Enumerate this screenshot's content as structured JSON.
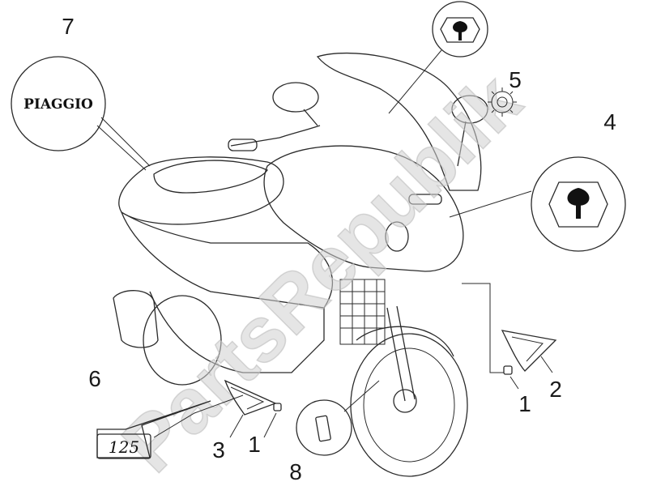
{
  "watermark": {
    "text": "PartsRepublik"
  },
  "logo_text": "PIAGGIO",
  "decal_125": "125",
  "callouts": [
    {
      "id": "c1a",
      "label": "1"
    },
    {
      "id": "c1b",
      "label": "1"
    },
    {
      "id": "c2",
      "label": "2"
    },
    {
      "id": "c3",
      "label": "3"
    },
    {
      "id": "c4",
      "label": "4"
    },
    {
      "id": "c5",
      "label": "5"
    },
    {
      "id": "c6",
      "label": "6"
    },
    {
      "id": "c7",
      "label": "7"
    },
    {
      "id": "c8",
      "label": "8"
    }
  ],
  "icons": {
    "logo_emblem": "piaggio-emblem-icon",
    "gear": "gear-icon"
  },
  "colors": {
    "line": "#2a2a2a",
    "watermark": "#cfcfcf",
    "background": "#ffffff"
  }
}
